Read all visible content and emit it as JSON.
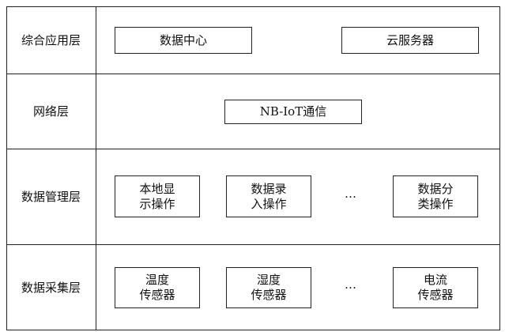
{
  "layers": [
    {
      "label": "综合应用层",
      "boxes": [
        {
          "lines": [
            "数据中心"
          ]
        },
        {
          "lines": [
            "云服务器"
          ]
        }
      ]
    },
    {
      "label": "网络层",
      "boxes": [
        {
          "lines": [
            "NB-IoT通信"
          ]
        }
      ]
    },
    {
      "label": "数据管理层",
      "boxes": [
        {
          "lines": [
            "本地显",
            "示操作"
          ]
        },
        {
          "lines": [
            "数据录",
            "入操作"
          ]
        },
        {
          "lines": [
            "数据分",
            "类操作"
          ]
        }
      ],
      "ellipsis": "…"
    },
    {
      "label": "数据采集层",
      "boxes": [
        {
          "lines": [
            "温度",
            "传感器"
          ]
        },
        {
          "lines": [
            "湿度",
            "传感器"
          ]
        },
        {
          "lines": [
            "电流",
            "传感器"
          ]
        }
      ],
      "ellipsis": "…"
    }
  ]
}
